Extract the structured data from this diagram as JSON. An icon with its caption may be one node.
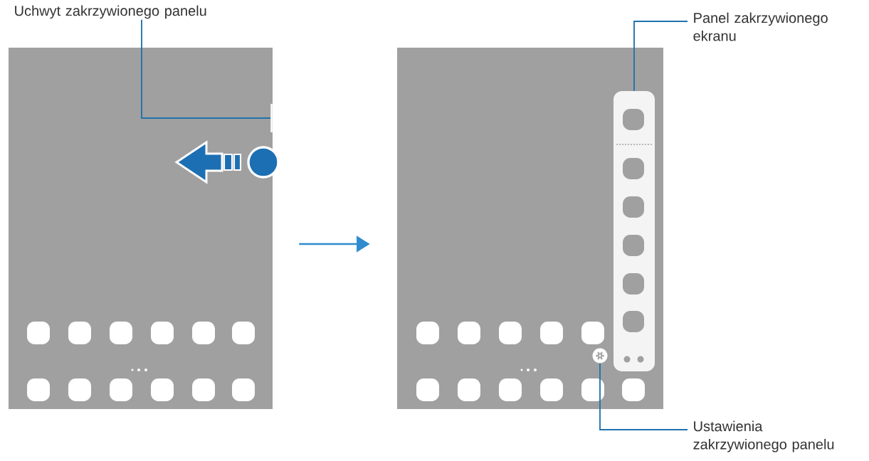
{
  "diagram": {
    "nodes": [
      {
        "text": [
          "Uchwyt zakrzywionego panelu"
        ]
      },
      {
        "text": [],
        "shape": "box"
      },
      {
        "text": [],
        "shape": "bar",
        "in": 1
      },
      {
        "text": [],
        "shape": "box"
      },
      {
        "text": [],
        "shape": "box",
        "in": 3
      },
      {
        "text": [],
        "shape": "circle",
        "in": 3
      },
      {
        "text": [
          "Panel zakrzywionego ekranu"
        ]
      },
      {
        "text": [
          "Ustawienia zakrzywionego panelu"
        ]
      }
    ],
    "edges": [
      {
        "from": 0,
        "to": 2,
        "arrow": "none"
      },
      {
        "from": 1,
        "to": 3,
        "arrow": "to",
        "color": "#2e8ccf"
      },
      {
        "from": 6,
        "to": 4,
        "arrow": "none"
      },
      {
        "from": 7,
        "to": 5,
        "arrow": "none"
      }
    ]
  }
}
